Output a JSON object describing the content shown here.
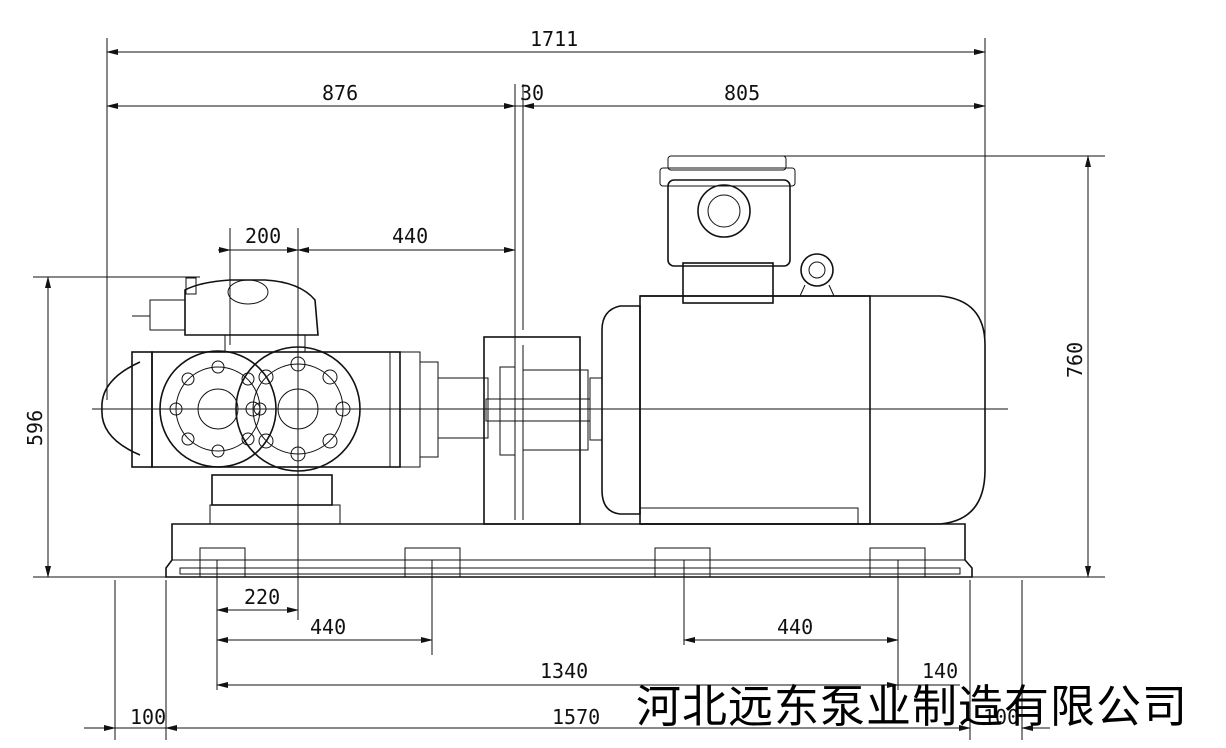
{
  "dimensions": {
    "overall_length": "1711",
    "pump_side": "876",
    "coupling_gap": "30",
    "motor_side": "805",
    "pump_flange_spacing": "200",
    "pump_to_coupling": "440",
    "pump_center_height": "596",
    "overall_height": "760",
    "foot_offset": "220",
    "foot_spacing_left": "440",
    "foot_spacing_right": "440",
    "base_hole_span": "1340",
    "right_offset": "140",
    "left_margin": "100",
    "base_length": "1570",
    "right_margin": "100"
  },
  "company_name": "河北远东泵业制造有限公司"
}
